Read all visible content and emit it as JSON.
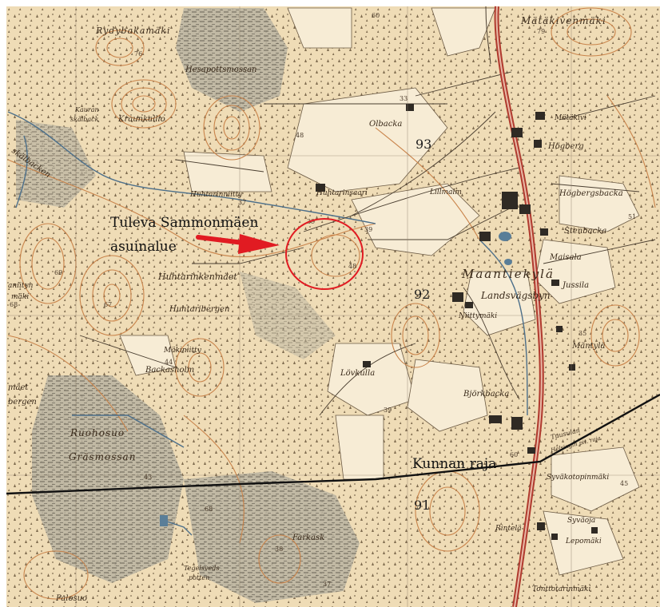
{
  "annotations": {
    "area_label_line1": "Tuleva Sammonmäen",
    "area_label_line2": "asuinalue",
    "border_label": "Kunnan raja"
  },
  "grid_numbers": {
    "n93": "93",
    "n92": "92",
    "n91": "91"
  },
  "place_names": {
    "rydybakamaki": "Rydybakamäki",
    "hesapottsmossan": "Hesapottsmossan",
    "kraunkallio": "Kraunkallio",
    "kauran": "Kauran",
    "skalback": "skälback",
    "skalbacken": "skälbacken",
    "olbacka": "Olbacka",
    "huhtarinniitty": "Huhtarinniitty",
    "huhtarinsaari": "Huhtarinsaari",
    "lillmalm": "Lillmalm",
    "huhtarinkenmaet": "Huhtarinkenmäet",
    "huhtaribergen": "Huhtaribergen",
    "makiniitty": "Mäkiniitty",
    "backasholm": "Backasholm",
    "lovkulla": "Lövkulla",
    "maantiekyla": "Maantiekylä",
    "landsvagsbyn": "Landsvägsbyn",
    "nittymaki": "Niittymäki",
    "jussila": "Jussila",
    "maisala": "Maisala",
    "stenbacka": "Stenbacka",
    "hogbergsbacka": "Högbergsbacka",
    "hogberg": "Högberg",
    "matakivi": "Mätäkivi",
    "matakivenmaki": "Mätäkivenmäki",
    "mantyla": "Mäntylä",
    "bjorkbacka": "Björkbacka",
    "ruohosuo": "Ruohosuo",
    "grasmossan": "Gräsmossan",
    "syvakotopinmaki": "Syväkotopinmäki",
    "syvaoja": "Syväoja",
    "rintela": "Rintelä",
    "lepomaki": "Lepomäki",
    "tonttotarinmaki": "Tonttotarinmäki",
    "farkask": "Farkask",
    "tegelsveds": "Tegelsveds",
    "potten": "potten",
    "palosuo": "Palosuo",
    "tuusulan": "Tuusulan",
    "helsingin": "Helsingin pit. raja",
    "maet": "mäet",
    "bergen": "bergen",
    "aniityn": "aniityn",
    "maki_left": "mäki"
  },
  "elevations": {
    "e76": "76",
    "e60a": "60",
    "e79": "79",
    "e48": "48",
    "e37": "37",
    "e39a": "39",
    "e39b": "39",
    "e48b": "48",
    "e69": "69",
    "e67": "67",
    "e68": "68",
    "e44": "44",
    "e39c": "39",
    "e43": "43",
    "e38": "38",
    "e37b": "37",
    "e68b": "68",
    "e51": "51",
    "e60b": "60",
    "e45": "45",
    "e33": "33",
    "e35": "35"
  },
  "colors": {
    "paper": "#f3e3c3",
    "forest_paper": "#ead3a8",
    "contour": "#c9834a",
    "field": "#f7ecd5",
    "bog": "#8a8a7c",
    "road": "#b03a2e",
    "water": "#4c6f8a",
    "annotation_red": "#e11b22",
    "border_line": "#111111"
  }
}
